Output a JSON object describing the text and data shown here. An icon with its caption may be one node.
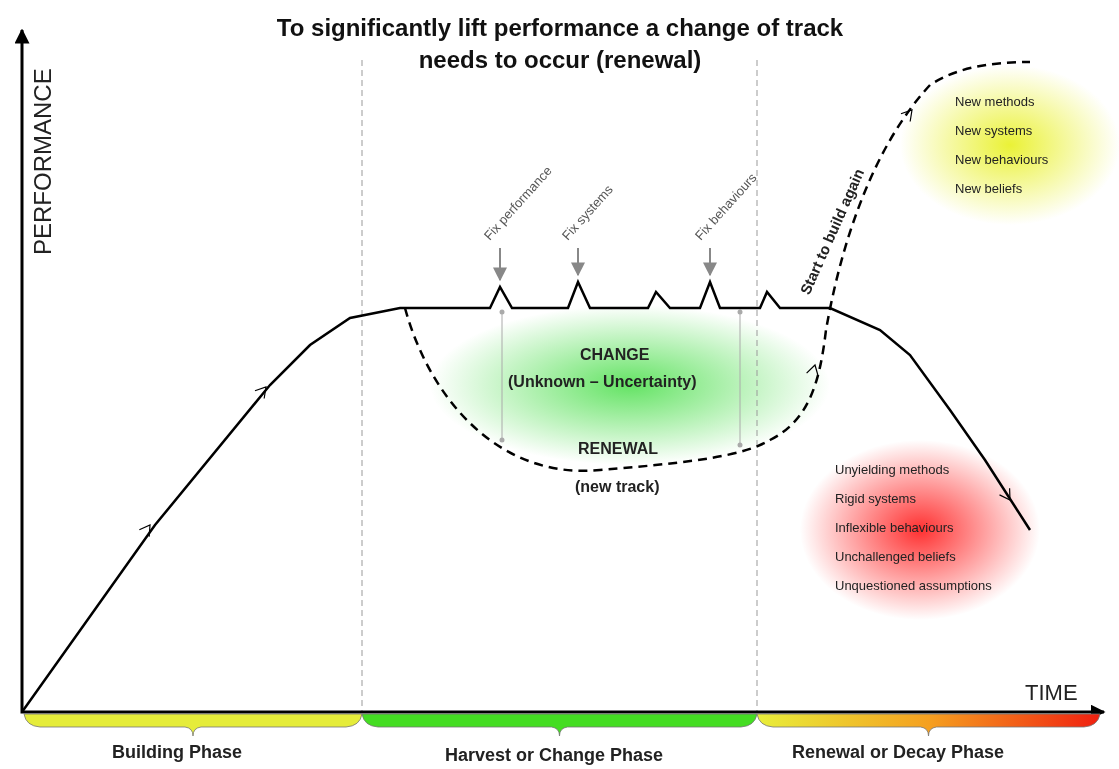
{
  "diagram": {
    "title": "To significantly lift performance a change of track needs to occur (renewal)",
    "nodes": [
      {
        "text": [
          "Fix performance"
        ]
      },
      {
        "text": [
          "Fix systems"
        ]
      },
      {
        "text": [
          "Fix behaviours"
        ]
      }
    ],
    "edges": [
      {
        "from": 0,
        "to": null,
        "arrow": "to"
      },
      {
        "from": 1,
        "to": null,
        "arrow": "to"
      },
      {
        "from": 2,
        "to": null,
        "arrow": "to"
      }
    ],
    "labels": [
      "PERFORMANCE",
      "Start to build again",
      "New methods",
      "New systems",
      "New behaviours",
      "New beliefs",
      "CHANGE",
      "(Unknown – Uncertainty)",
      "RENEWAL",
      "(new track)",
      "Unyielding methods",
      "Rigid systems",
      "Inflexible behaviours",
      "Unchallenged beliefs",
      "Unquestioned assumptions",
      "TIME",
      "Building Phase",
      "Harvest or Change Phase",
      "Renewal or Decay Phase"
    ]
  }
}
